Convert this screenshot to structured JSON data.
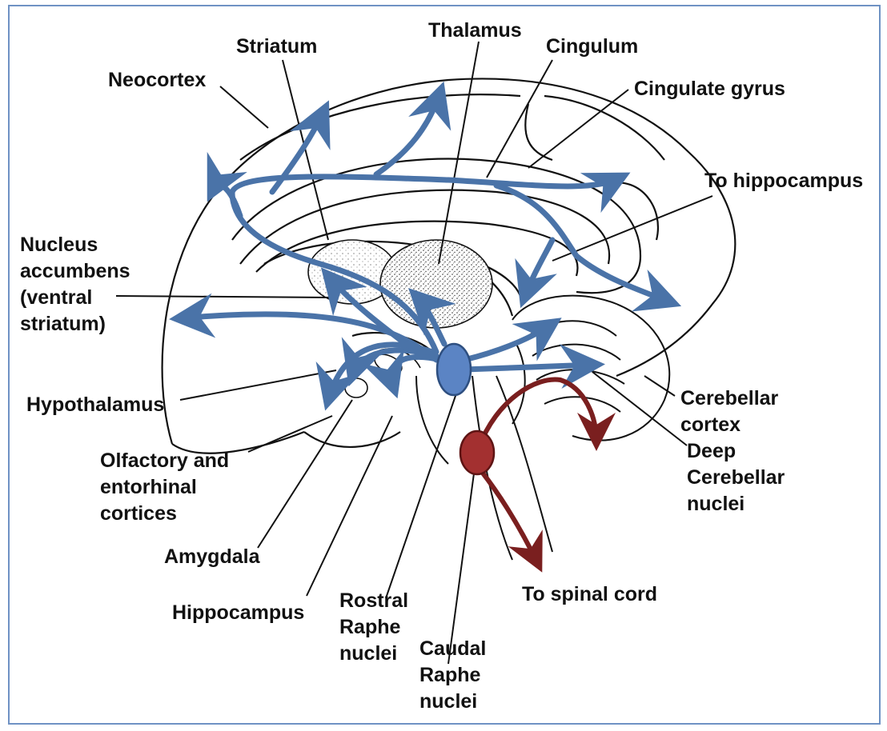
{
  "labels": {
    "striatum": "Striatum",
    "thalamus": "Thalamus",
    "cingulum": "Cingulum",
    "neocortex": "Neocortex",
    "cingulate_gyrus": "Cingulate gyrus",
    "to_hippocampus": "To hippocampus",
    "nucleus_accumbens": "Nucleus\naccumbens\n(ventral\nstriatum)",
    "hypothalamus": "Hypothalamus",
    "olfactory": "Olfactory and\nentorhinal\ncortices",
    "amygdala": "Amygdala",
    "hippocampus": "Hippocampus",
    "rostral_raphe": "Rostral\nRaphe\nnuclei",
    "caudal_raphe": "Caudal\nRaphe\nnuclei",
    "to_spinal_cord": "To spinal cord",
    "cerebellar_cortex": "Cerebellar\ncortex",
    "deep_cerebellar": "Deep\nCerebellar\nnuclei"
  },
  "colors": {
    "rostral_pathway": "#4a73a8",
    "rostral_nucleus_fill": "#5b84c4",
    "caudal_pathway": "#7a1f1f",
    "caudal_nucleus_fill": "#a33030",
    "frame_border": "#6f92c4",
    "outline": "#111111"
  }
}
